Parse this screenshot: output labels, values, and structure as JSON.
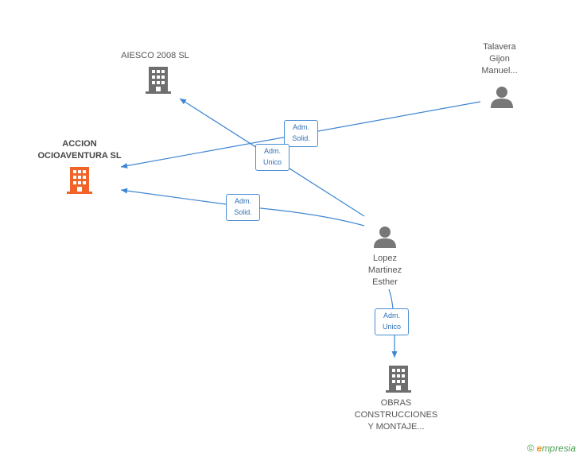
{
  "nodes": {
    "aiesco": {
      "label": "AIESCO 2008 SL",
      "type": "company"
    },
    "accion": {
      "label_lines": [
        "ACCION",
        "OCIOAVENTURA SL"
      ],
      "type": "company",
      "highlight": true
    },
    "talavera": {
      "label_lines": [
        "Talavera",
        "Gijon",
        "Manuel..."
      ],
      "type": "person"
    },
    "lopez": {
      "label_lines": [
        "Lopez",
        "Martinez",
        "Esther"
      ],
      "type": "person"
    },
    "obras": {
      "label_lines": [
        "OBRAS",
        "CONSTRUCCIONES",
        "Y MONTAJE..."
      ],
      "type": "company"
    }
  },
  "edges": [
    {
      "from": "talavera",
      "to": "accion",
      "label_lines": [
        "Adm.",
        "Solid."
      ]
    },
    {
      "from": "lopez",
      "to": "aiesco",
      "label_lines": [
        "Adm.",
        "Unico"
      ]
    },
    {
      "from": "lopez",
      "to": "accion",
      "label_lines": [
        "Adm.",
        "Solid."
      ]
    },
    {
      "from": "lopez",
      "to": "obras",
      "label_lines": [
        "Adm.",
        "Unico"
      ]
    }
  ],
  "colors": {
    "edge": "#3d86d3",
    "company_icon": "#6e6e6e",
    "company_icon_highlight": "#f0642a",
    "person_icon": "#777777"
  },
  "branding": {
    "copyright_symbol": "©",
    "name_initial": "e",
    "name_rest": "mpresia"
  }
}
